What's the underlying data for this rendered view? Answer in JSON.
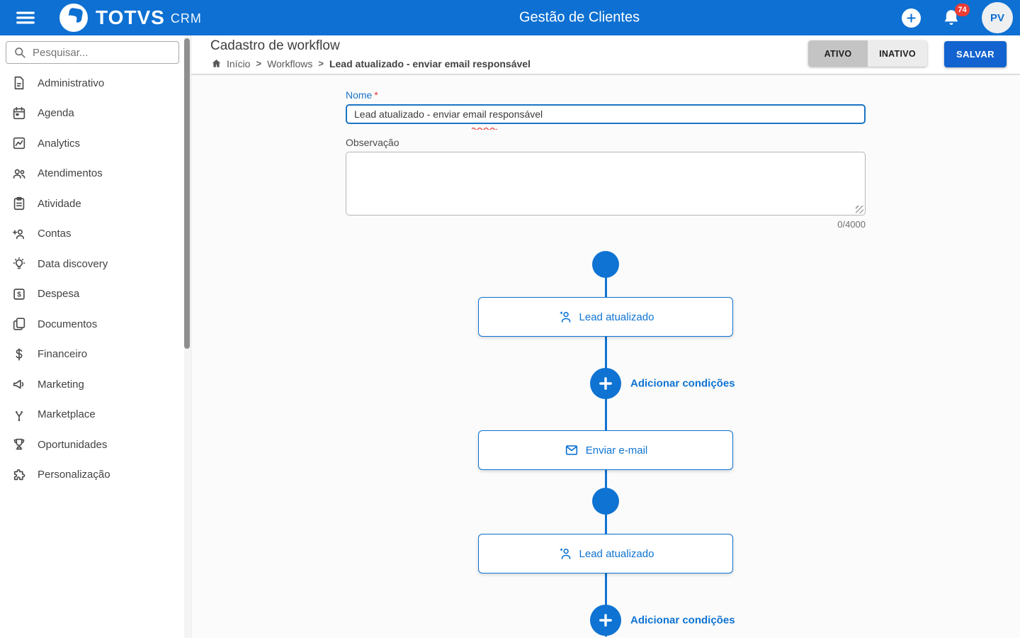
{
  "theme": {
    "topbar_blue": "#0d70d2",
    "accent_blue": "#0e73d2",
    "save_blue": "#1263cf",
    "badge_red": "#ee3b35",
    "label_blue": "#1b75c5"
  },
  "topbar": {
    "brand": {
      "name": "TOTVS",
      "suffix": "CRM",
      "logo_icon": "totvs-logo-icon"
    },
    "title": "Gestão de Clientes",
    "notifications_count": "74",
    "avatar_initials": "PV"
  },
  "sidebar": {
    "search": {
      "placeholder": "Pesquisar...",
      "icon": "search-icon",
      "value": ""
    },
    "items": [
      {
        "label": "Administrativo",
        "icon": "document-icon"
      },
      {
        "label": "Agenda",
        "icon": "calendar-icon"
      },
      {
        "label": "Analytics",
        "icon": "chart-icon"
      },
      {
        "label": "Atendimentos",
        "icon": "people-icon"
      },
      {
        "label": "Atividade",
        "icon": "clipboard-icon"
      },
      {
        "label": "Contas",
        "icon": "person-add-icon"
      },
      {
        "label": "Data discovery",
        "icon": "lightbulb-icon"
      },
      {
        "label": "Despesa",
        "icon": "expense-icon"
      },
      {
        "label": "Documentos",
        "icon": "documents-copy-icon"
      },
      {
        "label": "Financeiro",
        "icon": "dollar-icon"
      },
      {
        "label": "Marketing",
        "icon": "megaphone-icon"
      },
      {
        "label": "Marketplace",
        "icon": "split-arrows-icon"
      },
      {
        "label": "Oportunidades",
        "icon": "trophy-icon"
      },
      {
        "label": "Personalização",
        "icon": "puzzle-icon"
      }
    ]
  },
  "header": {
    "title": "Cadastro de workflow",
    "breadcrumb_separator": ">",
    "breadcrumb": [
      {
        "label": "Início",
        "icon": "home-icon"
      },
      {
        "label": "Workflows"
      },
      {
        "label": "Lead atualizado - enviar email responsável"
      }
    ],
    "toggle": {
      "active_label": "ATIVO",
      "inactive_label": "INATIVO",
      "selected": "ATIVO"
    },
    "save_label": "SALVAR"
  },
  "form": {
    "name": {
      "label": "Nome",
      "required_marker": "*",
      "value": "Lead atualizado - enviar email responsável",
      "misspelled_word": "email"
    },
    "observation": {
      "label": "Observação",
      "value": "",
      "counter": "0/4000"
    }
  },
  "workflow": {
    "steps": [
      {
        "type": "dot"
      },
      {
        "type": "node",
        "label": "Lead atualizado",
        "icon": "person-update-icon"
      },
      {
        "type": "add",
        "label": "Adicionar condições",
        "icon": "plus-icon"
      },
      {
        "type": "node",
        "label": "Enviar e-mail",
        "icon": "email-icon"
      },
      {
        "type": "dot"
      },
      {
        "type": "node",
        "label": "Lead atualizado",
        "icon": "person-update-icon"
      },
      {
        "type": "add",
        "label": "Adicionar condições",
        "icon": "plus-icon"
      }
    ]
  }
}
